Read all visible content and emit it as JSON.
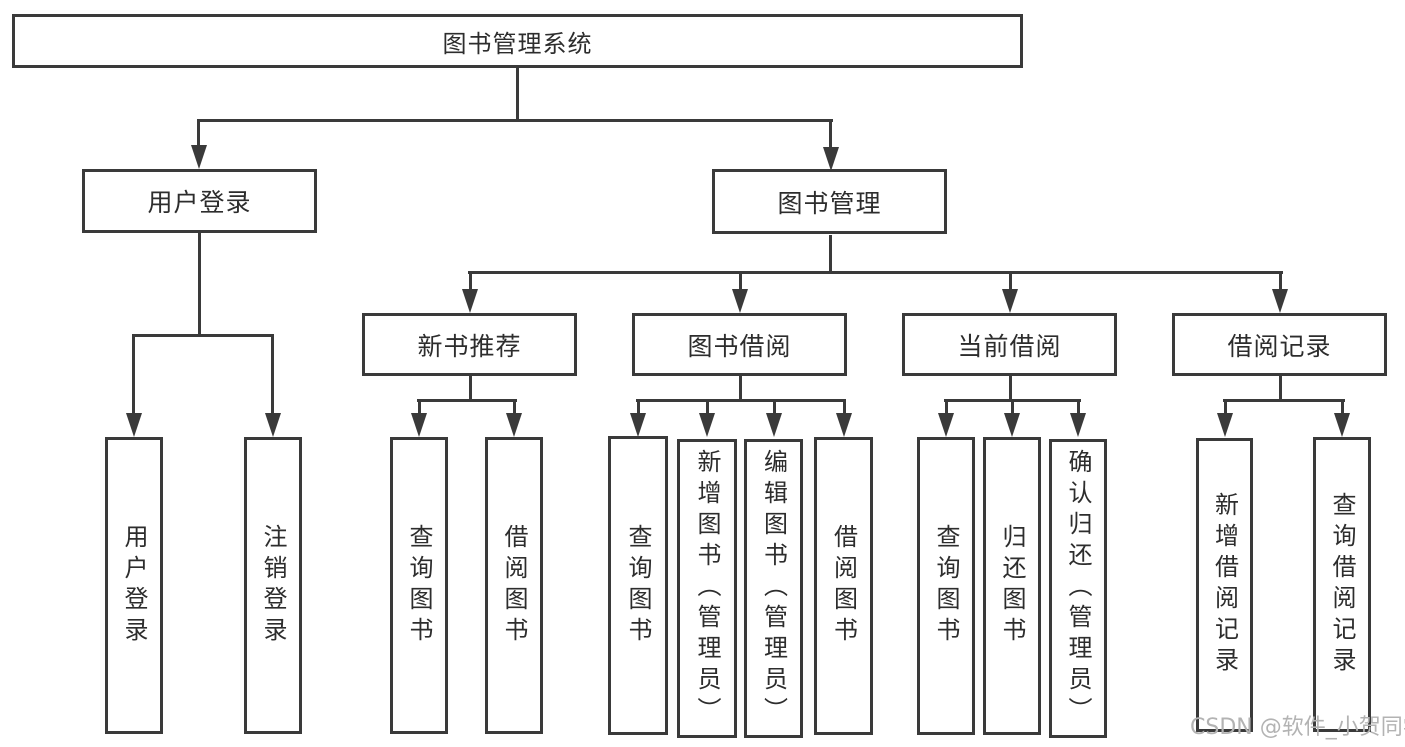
{
  "diagram_title": "图书管理系统",
  "nodes": {
    "root": "图书管理系统",
    "user_login": "用户登录",
    "book_mgmt": "图书管理",
    "new_books": "新书推荐",
    "book_borrow": "图书借阅",
    "current_borrow": "当前借阅",
    "borrow_records": "借阅记录",
    "login": "用户登录",
    "logout": "注销登录",
    "nb_query": "查询图书",
    "nb_borrow": "借阅图书",
    "bb_query": "查询图书",
    "bb_add": "新增图书（管理员）",
    "bb_edit": "编辑图书（管理员）",
    "bb_borrow": "借阅图书",
    "cb_query": "查询图书",
    "cb_return": "归还图书",
    "cb_confirm": "确认归还（管理员）",
    "br_add": "新增借阅记录",
    "br_query": "查询借阅记录"
  },
  "tree": {
    "root": {
      "children": [
        "user_login",
        "book_mgmt"
      ]
    },
    "user_login": {
      "children": [
        "login",
        "logout"
      ]
    },
    "book_mgmt": {
      "children": [
        "new_books",
        "book_borrow",
        "current_borrow",
        "borrow_records"
      ]
    },
    "new_books": {
      "children": [
        "nb_query",
        "nb_borrow"
      ]
    },
    "book_borrow": {
      "children": [
        "bb_query",
        "bb_add",
        "bb_edit",
        "bb_borrow"
      ]
    },
    "current_borrow": {
      "children": [
        "cb_query",
        "cb_return",
        "cb_confirm"
      ]
    },
    "borrow_records": {
      "children": [
        "br_add",
        "br_query"
      ]
    }
  },
  "watermark": "CSDN @软件_小贺同学",
  "colors": {
    "line": "#3a3a3a",
    "text": "#2d2d2d",
    "watermark": "#b3b3b3",
    "background": "#ffffff"
  }
}
